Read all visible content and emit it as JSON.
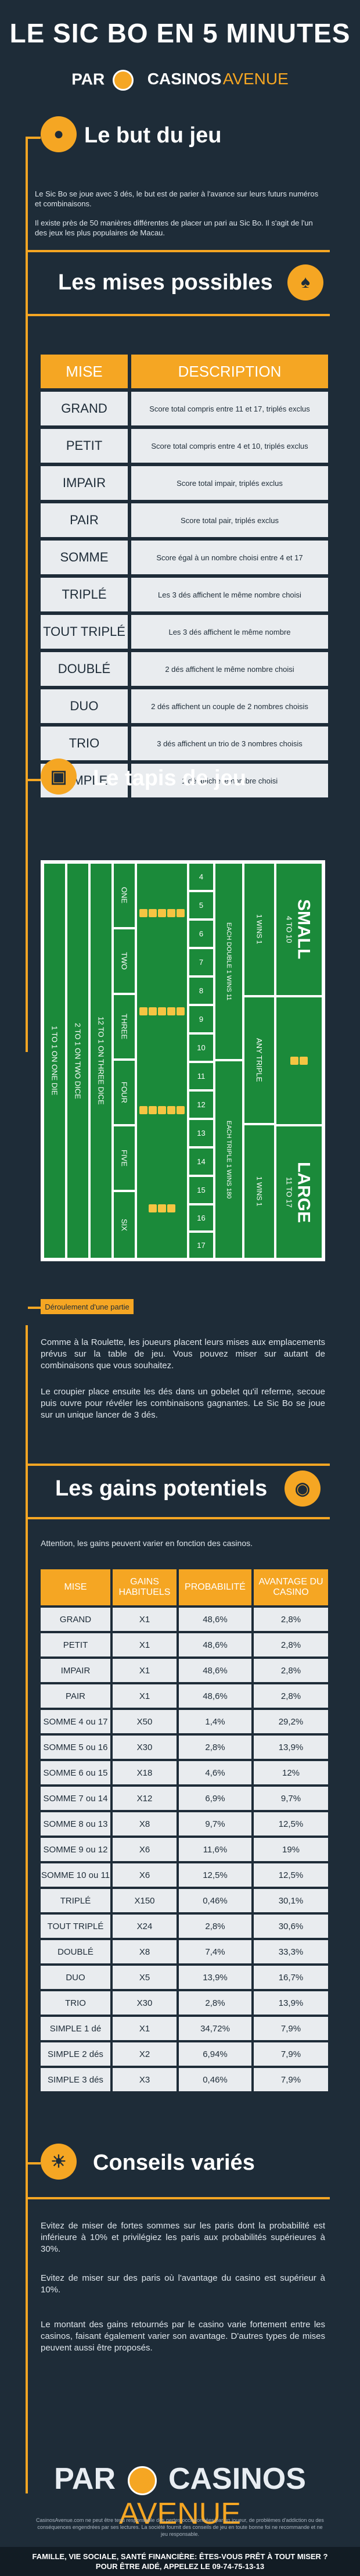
{
  "header": {
    "title": "LE SIC BO EN 5 MINUTES",
    "par": "PAR",
    "brand_a": "CASINOS",
    "brand_b": "AVENUE"
  },
  "section1": {
    "title": "Le but du jeu",
    "p1": "Le Sic Bo se joue avec 3 dés, le but est de parier à l'avance sur leurs futurs numéros et combinaisons.",
    "p2": "Il existe près de 50 manières différentes de placer un pari au Sic Bo. Il s'agit de l'un des jeux les plus populaires de Macau."
  },
  "section2": {
    "title": "Les mises possibles",
    "headers": [
      "MISE",
      "DESCRIPTION"
    ],
    "rows": [
      [
        "GRAND",
        "Score total compris entre 11 et 17, triplés exclus"
      ],
      [
        "PETIT",
        "Score total compris entre 4 et 10, triplés exclus"
      ],
      [
        "IMPAIR",
        "Score total impair, triplés exclus"
      ],
      [
        "PAIR",
        "Score total pair, triplés exclus"
      ],
      [
        "SOMME",
        "Score égal à un nombre choisi entre 4 et 17"
      ],
      [
        "TRIPLÉ",
        "Les 3 dés affichent le même nombre choisi"
      ],
      [
        "TOUT TRIPLÉ",
        "Les 3 dés affichent le même nombre"
      ],
      [
        "DOUBLÉ",
        "2 dés affichent le même nombre choisi"
      ],
      [
        "DUO",
        "2 dés affichent un couple de 2 nombres choisis"
      ],
      [
        "TRIO",
        "3 dés affichent un trio de 3 nombres choisis"
      ],
      [
        "SIMPLE",
        "1 dé affiche le nombre choisi"
      ]
    ]
  },
  "section3": {
    "title": "Le tapis de jeu",
    "board": {
      "small": "SMALL",
      "small_range": "4 TO 10",
      "large": "LARGE",
      "large_range": "11 TO 17",
      "one": "ONE",
      "two": "TWO",
      "three": "THREE",
      "four": "FOUR",
      "five": "FIVE",
      "six": "SIX",
      "one_to_one": "1 TO 1 ON ONE DIE",
      "two_to_one": "2 TO 1 ON TWO DICE",
      "twelve_to_one": "12 TO 1 ON THREE DICE",
      "any_triple": "ANY TRIPLE",
      "wins_1": "1 WINS 1",
      "each_double": "EACH DOUBLE 1 WINS 11",
      "each_triple": "EACH TRIPLE 1 WINS 180",
      "sums": [
        "4",
        "5",
        "6",
        "7",
        "8",
        "9",
        "10",
        "11",
        "12",
        "13",
        "14",
        "15",
        "16",
        "17"
      ]
    },
    "demo_button": "Déroulement d'une partie",
    "p1": "Comme à la Roulette, les joueurs placent leurs mises aux emplacements prévus sur la table de jeu. Vous pouvez miser sur autant de combinaisons que vous souhaitez.",
    "p2": "Le croupier place ensuite les dés dans un gobelet qu'il referme, secoue puis ouvre pour révéler les combinaisons gagnantes. Le Sic Bo se joue sur un unique lancer de 3 dés."
  },
  "section4": {
    "title": "Les gains potentiels",
    "note": "Attention, les gains peuvent varier en fonction des casinos.",
    "headers": [
      "MISE",
      "GAINS HABITUELS",
      "PROBABILITÉ",
      "AVANTAGE DU CASINO"
    ],
    "rows": [
      [
        "GRAND",
        "X1",
        "48,6%",
        "2,8%"
      ],
      [
        "PETIT",
        "X1",
        "48,6%",
        "2,8%"
      ],
      [
        "IMPAIR",
        "X1",
        "48,6%",
        "2,8%"
      ],
      [
        "PAIR",
        "X1",
        "48,6%",
        "2,8%"
      ],
      [
        "SOMME 4 ou 17",
        "X50",
        "1,4%",
        "29,2%"
      ],
      [
        "SOMME 5 ou 16",
        "X30",
        "2,8%",
        "13,9%"
      ],
      [
        "SOMME 6 ou 15",
        "X18",
        "4,6%",
        "12%"
      ],
      [
        "SOMME 7 ou 14",
        "X12",
        "6,9%",
        "9,7%"
      ],
      [
        "SOMME 8 ou 13",
        "X8",
        "9,7%",
        "12,5%"
      ],
      [
        "SOMME 9 ou 12",
        "X6",
        "11,6%",
        "19%"
      ],
      [
        "SOMME 10 ou 11",
        "X6",
        "12,5%",
        "12,5%"
      ],
      [
        "TRIPLÉ",
        "X150",
        "0,46%",
        "30,1%"
      ],
      [
        "TOUT TRIPLÉ",
        "X24",
        "2,8%",
        "30,6%"
      ],
      [
        "DOUBLÉ",
        "X8",
        "7,4%",
        "33,3%"
      ],
      [
        "DUO",
        "X5",
        "13,9%",
        "16,7%"
      ],
      [
        "TRIO",
        "X30",
        "2,8%",
        "13,9%"
      ],
      [
        "SIMPLE 1 dé",
        "X1",
        "34,72%",
        "7,9%"
      ],
      [
        "SIMPLE 2 dés",
        "X2",
        "6,94%",
        "7,9%"
      ],
      [
        "SIMPLE 3 dés",
        "X3",
        "0,46%",
        "7,9%"
      ]
    ]
  },
  "section5": {
    "title": "Conseils variés",
    "p1": "Evitez de miser de fortes sommes sur les paris dont la probabilité est inférieure à 10% et privilégiez les paris aux probabilités supérieures à 30%.",
    "p2": "Evitez de miser sur des paris où l'avantage du casino est supérieur à 10%.",
    "p3": "Le montant des gains retournés par le casino varie fortement entre les casinos, faisant également varier son avantage. D'autres types de mises peuvent aussi être proposés."
  },
  "footer": {
    "par": "PAR",
    "brand_a": "CASINOS",
    "brand_b": "AVENUE",
    "legal": "CasinosAvenue.com ne peut être tenu responsable des pertes occasionnées par un joueur, de problèmes d'addiction ou des conséquences engendrées par ses lectures. La société fournit des conseils de jeu en toute bonne foi ne recommande et ne jeu responsable.",
    "bar_line1": "FAMILLE, VIE SOCIALE, SANTÉ FINANCIÈRE: ÊTES-VOUS PRÊT À TOUT MISER ?",
    "bar_line2": "POUR ÊTRE AIDÉ, APPELEZ LE 09-74-75-13-13"
  },
  "colors": {
    "background": "#1e2c38",
    "accent": "#f5a623",
    "table_cell": "#e9ecef",
    "board_green": "#1b8a3a"
  }
}
